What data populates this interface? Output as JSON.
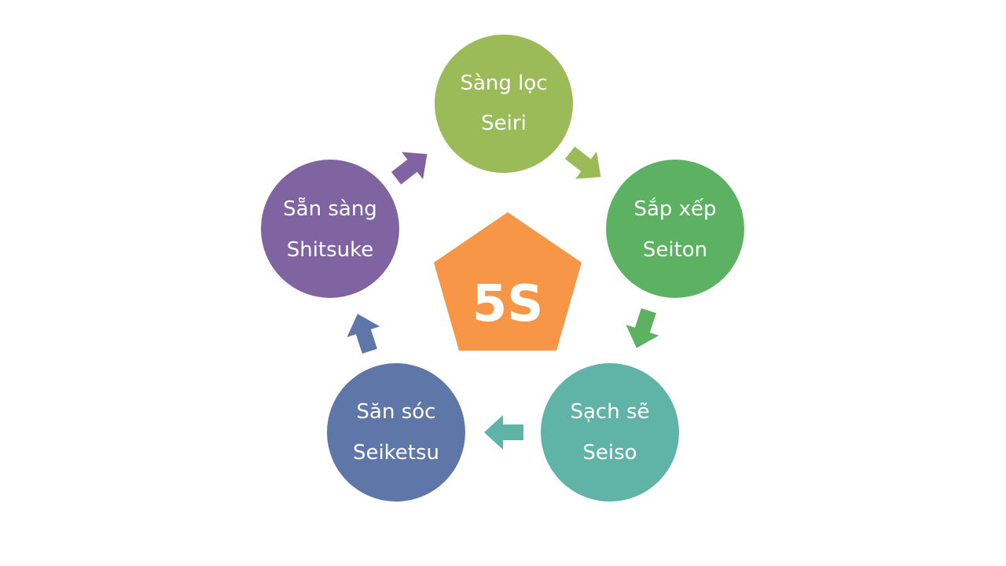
{
  "center": {
    "label": "5S",
    "color": "#F79646"
  },
  "nodes": [
    {
      "line1": "Sàng lọc",
      "line2": "Seiri",
      "color": "#9BBB59"
    },
    {
      "line1": "Sắp xếp",
      "line2": "Seiton",
      "color": "#5CB262"
    },
    {
      "line1": "Sạch sẽ",
      "line2": "Seiso",
      "color": "#5FB3A7"
    },
    {
      "line1": "Săn sóc",
      "line2": "Seiketsu",
      "color": "#5E77A8"
    },
    {
      "line1": "Sẵn sàng",
      "line2": "Shitsuke",
      "color": "#8064A2"
    }
  ]
}
